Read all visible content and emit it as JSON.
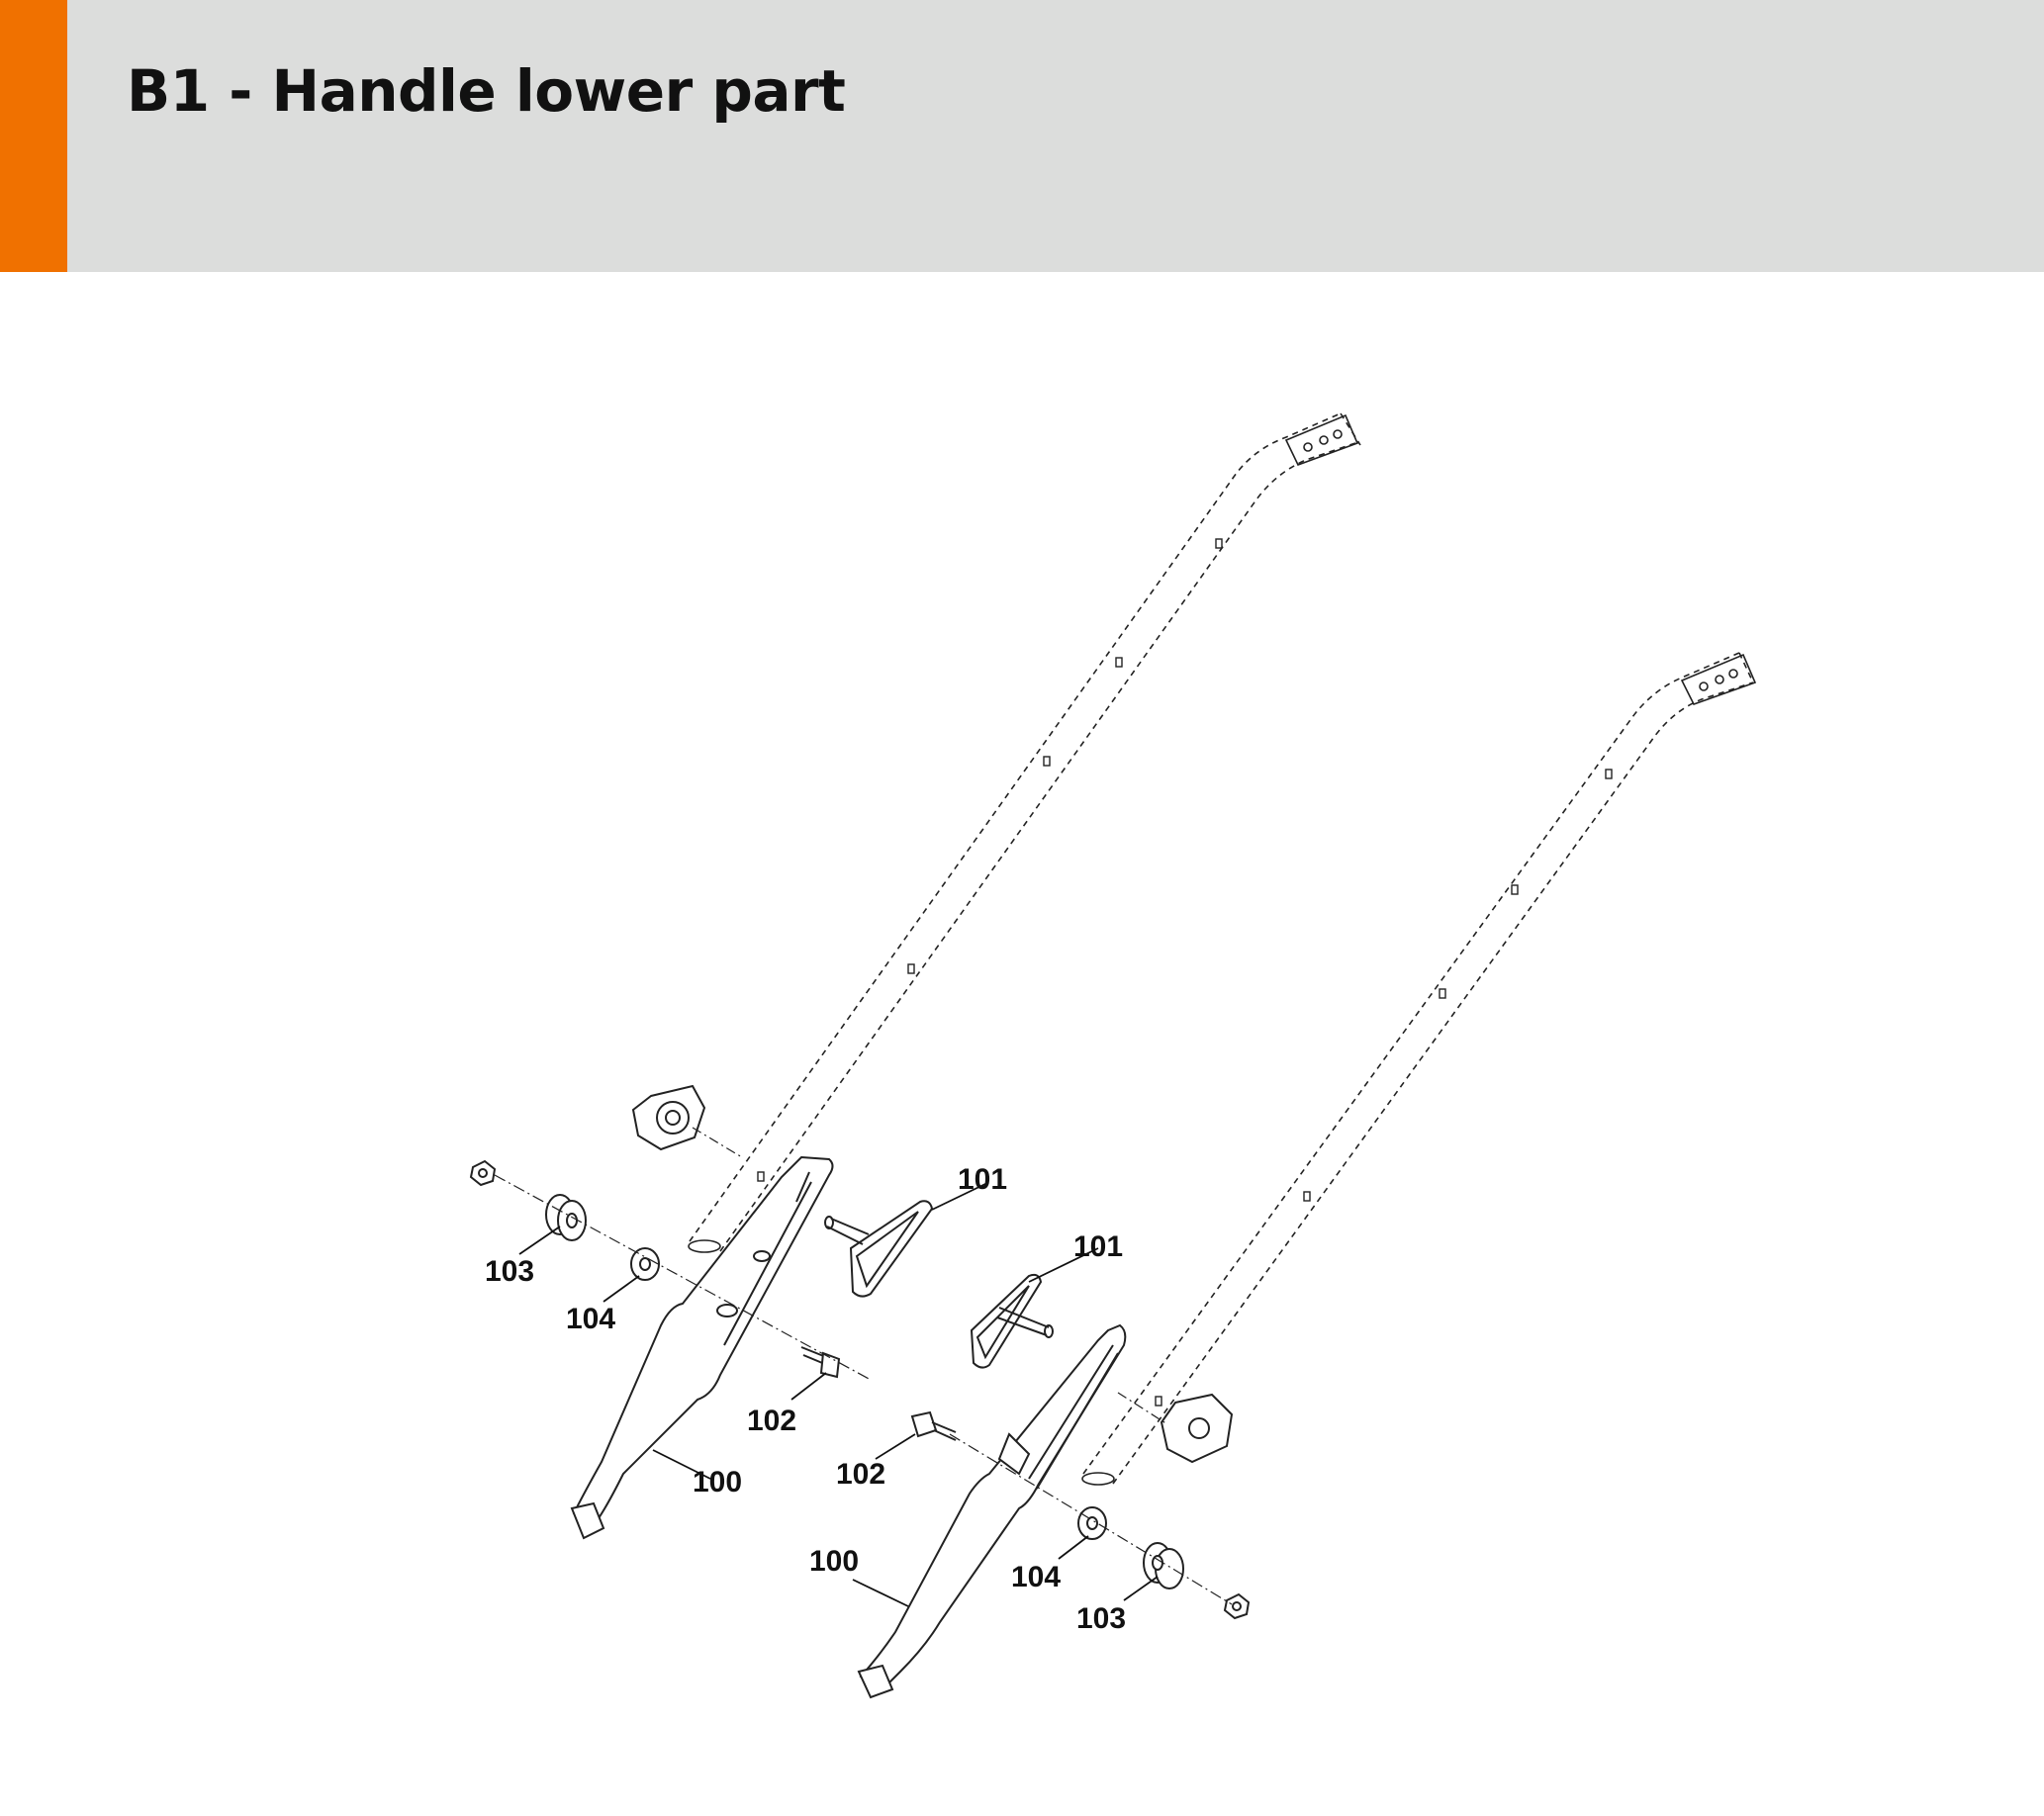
{
  "header": {
    "title": "B1 - Handle lower part",
    "accent_color": "#f07100",
    "background_color": "#dcdddc"
  },
  "diagram": {
    "callouts": [
      {
        "id": "left-101",
        "label": "101"
      },
      {
        "id": "right-101",
        "label": "101"
      },
      {
        "id": "left-103",
        "label": "103"
      },
      {
        "id": "left-104",
        "label": "104"
      },
      {
        "id": "left-102",
        "label": "102"
      },
      {
        "id": "left-100",
        "label": "100"
      },
      {
        "id": "right-102",
        "label": "102"
      },
      {
        "id": "right-100",
        "label": "100"
      },
      {
        "id": "right-104",
        "label": "104"
      },
      {
        "id": "right-103",
        "label": "103"
      }
    ]
  }
}
